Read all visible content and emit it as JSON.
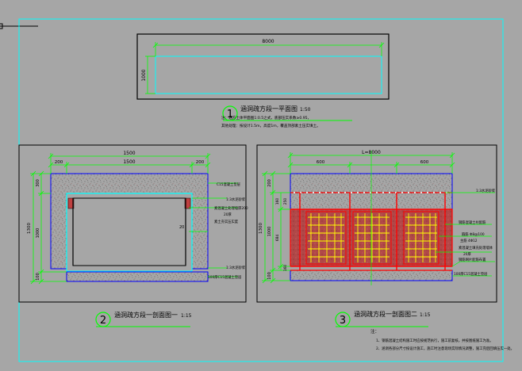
{
  "plan": {
    "dim_length": "8000",
    "dim_width": "1000",
    "num": "1",
    "title": "涵洞疏方段一平面图",
    "scale": "1:50",
    "note1": "注：涵方土体平面图1:0.5之式，底部压实系数≥0.95，",
    "note2": "其他处理：按设计1.5m，高度1m，覆盖顶部素土压实填土。"
  },
  "section1": {
    "dim_total": "1500",
    "dim_left": "200",
    "dim_mid": "1500",
    "dim_right": "200",
    "v_top": "300",
    "v_total": "1300",
    "v_mid": "1000",
    "v_bot": "100",
    "label_20": "20",
    "annot1": "C15混凝土垫层",
    "annot2": "1:3水泥砂浆",
    "annot3a": "素混凝土处理墙厚200",
    "annot3b": "20厚",
    "annot3c": "素土夯实压实度",
    "annot4": "1:3水泥砂浆",
    "annot5": "100厚C15混凝土垫层",
    "num": "2",
    "title": "涵洞疏方段一剖面图一",
    "scale": "1:15"
  },
  "section2": {
    "dim_total": "L=8000",
    "dim_left": "600",
    "dim_right": "600",
    "v_top": "200",
    "v_a": "160",
    "v_b": "250",
    "v_mid": "1000",
    "v_c": "684",
    "v_d": "160",
    "v_total": "1300",
    "v_bot": "100",
    "annot1": "1:3水泥砂浆",
    "annot2": "钢筋混凝土柱配筋",
    "annot3a": "箍筋 Φ8@100",
    "annot3b": "主筋 4Φ12",
    "annot4a": "素混凝土填充处理墙体",
    "annot4b": "20厚",
    "annot5": "钢筋网片配筋布置",
    "annot6": "100厚C15混凝土垫层",
    "num": "3",
    "title": "涵洞疏方段一剖面图二",
    "scale": "1:15"
  },
  "notes": {
    "heading": "注：",
    "line1": "1、钢筋混凝土结构施工时应按规范执行，施工前复核，并按图纸施工为准。",
    "line2": "2、涵洞各部分尺寸按设计施工，施工时注意现场实际情况调整，施工完后回填压实一处。"
  },
  "colors": {
    "background": "#a6a6a6",
    "frame": "#00ffff",
    "dimension": "#00ff00",
    "section_outline": "#0000ff",
    "rebar_red": "#ff0000",
    "rebar_yellow": "#ffff00",
    "plan_inner": "#00ffff"
  }
}
